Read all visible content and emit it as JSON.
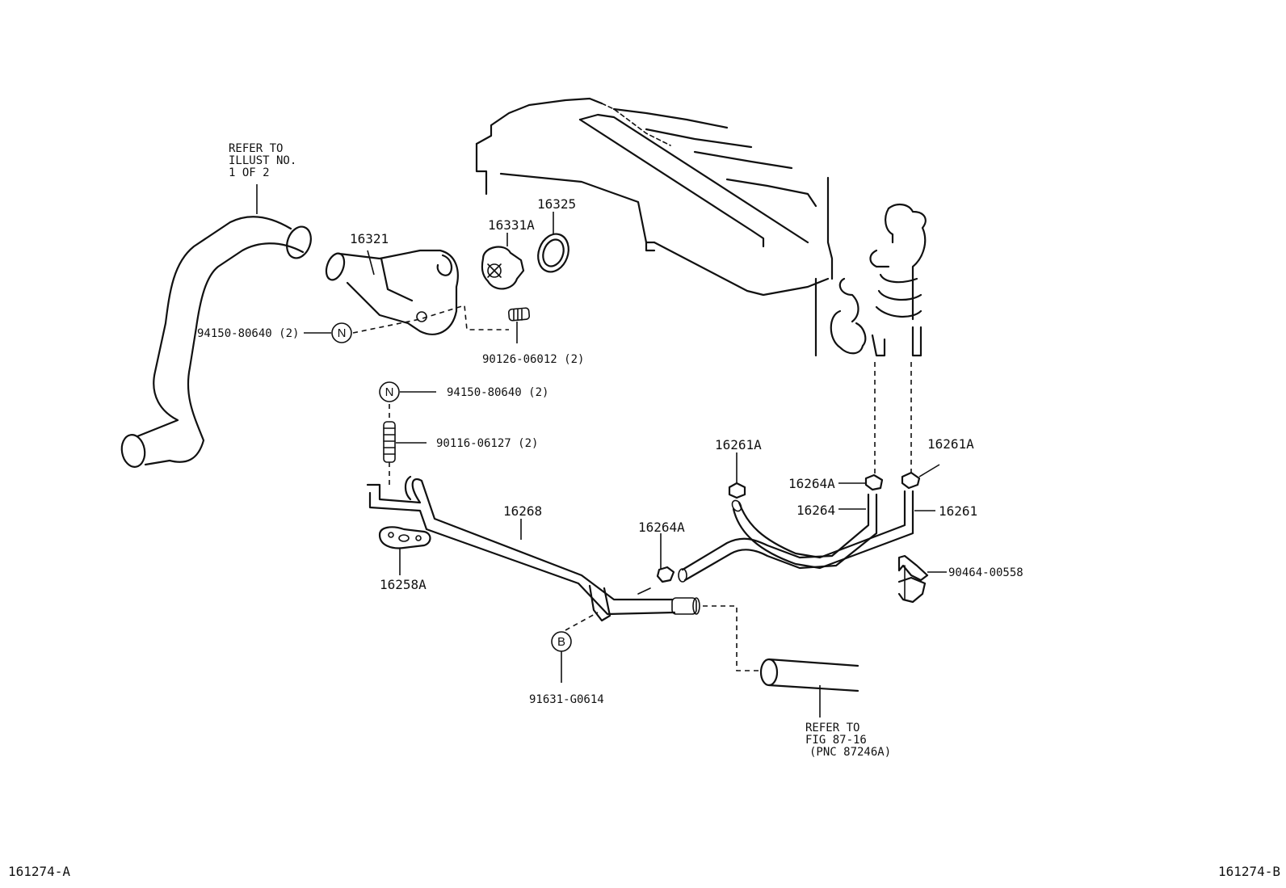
{
  "refer_upper": [
    "REFER TO",
    "ILLUST NO.",
    " 1 OF 2"
  ],
  "refer_lower": [
    "REFER TO",
    "FIG 87-16",
    "(PNC 87246A)"
  ],
  "parts": {
    "p16321": "16321",
    "p16331A": "16331A",
    "p16325": "16325",
    "p94150_upper": "94150-80640 (2)",
    "p90126": "90126-06012 (2)",
    "p94150_lower": "94150-80640 (2)",
    "p90116": "90116-06127 (2)",
    "p16268": "16268",
    "p16258A": "16258A",
    "p91631": "91631-G0614",
    "p16261A_left": "16261A",
    "p16261A_right": "16261A",
    "p16264A_upper": "16264A",
    "p16264": "16264",
    "p16261": "16261",
    "p16264A_lower": "16264A",
    "p90464": "90464-00558"
  },
  "badges": {
    "n_upper": "N",
    "n_lower": "N",
    "b": "B"
  },
  "footer": {
    "left_code": "161274-A",
    "right_code": "161274-B"
  }
}
